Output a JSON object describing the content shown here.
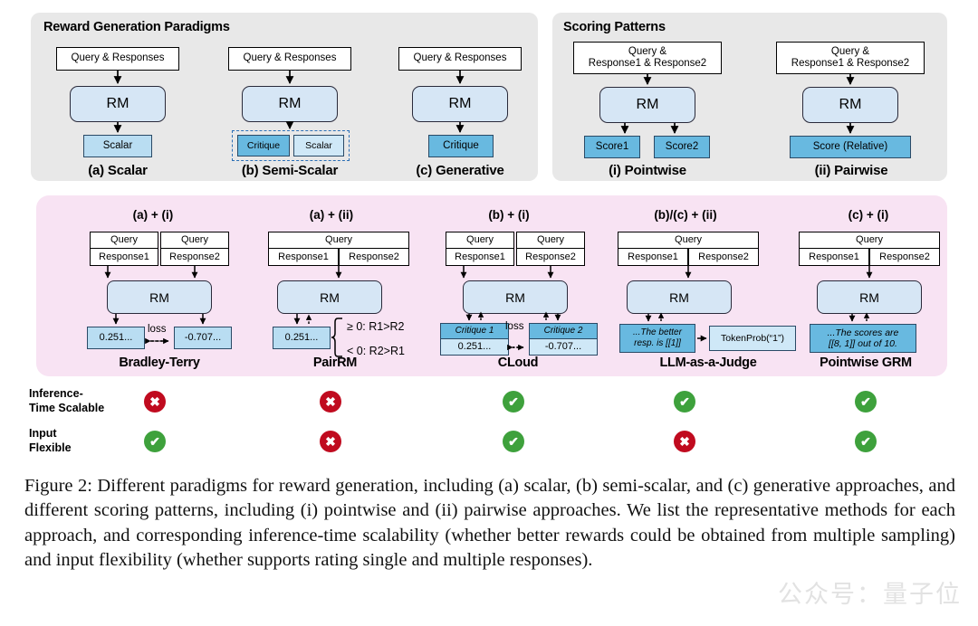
{
  "figure": {
    "caption": "Figure 2: Different paradigms for reward generation, including (a) scalar, (b) semi-scalar, and (c) generative approaches, and different scoring patterns, including (i) pointwise and (ii) pairwise approaches. We list the representative methods for each approach, and corresponding inference-time scalability (whether better rewards could be obtained from multiple sampling) and input flexibility (whether supports rating single and multiple responses).",
    "watermark": "公众号：量子位"
  },
  "colors": {
    "panel_gray": "#e8e8e8",
    "panel_pink": "#f8e3f3",
    "rm_fill": "#d6e6f5",
    "blue_light": "#b9ddf2",
    "blue_lighter": "#cfe8f7",
    "blue_mid": "#68b9e0",
    "blue_dark": "#36a1d8",
    "yes_green": "#3ea13c",
    "no_red": "#c00b1f",
    "dash_blue": "#2b6fb5"
  },
  "panel_reward": {
    "title": "Reward Generation Paradigms",
    "columns": [
      {
        "input": "Query & Responses",
        "model": "RM",
        "outputs": [
          {
            "label": "Scalar",
            "style": "light"
          }
        ],
        "caption": "(a) Scalar"
      },
      {
        "input": "Query & Responses",
        "model": "RM",
        "outputs": [
          {
            "label": "Critique",
            "style": "mid"
          },
          {
            "label": "Scalar",
            "style": "lighter"
          }
        ],
        "caption": "(b) Semi-Scalar"
      },
      {
        "input": "Query & Responses",
        "model": "RM",
        "outputs": [
          {
            "label": "Critique",
            "style": "mid"
          }
        ],
        "caption": "(c) Generative"
      }
    ]
  },
  "panel_scoring": {
    "title": "Scoring Patterns",
    "columns": [
      {
        "input_line1": "Query &",
        "input_line2": "Response1 & Response2",
        "model": "RM",
        "outputs": [
          {
            "label": "Score1",
            "style": "mid"
          },
          {
            "label": "Score2",
            "style": "mid"
          }
        ],
        "caption": "(i) Pointwise"
      },
      {
        "input_line1": "Query &",
        "input_line2": "Response1 & Response2",
        "model": "RM",
        "outputs": [
          {
            "label": "Score (Relative)",
            "style": "mid"
          }
        ],
        "caption": "(ii) Pairwise"
      }
    ]
  },
  "panel_methods": {
    "columns": [
      {
        "combo": "(a) + (i)",
        "name": "Bradley-Terry",
        "inputs": [
          {
            "query": "Query",
            "response": "Response1"
          },
          {
            "query": "Query",
            "response": "Response2"
          }
        ],
        "model": "RM",
        "outputs": [
          {
            "label": "0.251...",
            "style": "light"
          },
          {
            "label": "-0.707...",
            "style": "light"
          }
        ],
        "loss_label": "loss"
      },
      {
        "combo": "(a) + (ii)",
        "name": "PairRM",
        "inputs": [
          {
            "query": "Query",
            "response": "Response1"
          },
          {
            "query": "",
            "response": "Response2"
          }
        ],
        "model": "RM",
        "outputs": [
          {
            "label": "0.251...",
            "style": "light"
          }
        ],
        "rules": [
          "≥ 0: R1>R2",
          "< 0: R2>R1"
        ]
      },
      {
        "combo": "(b) + (i)",
        "name": "CLoud",
        "inputs": [
          {
            "query": "Query",
            "response": "Response1"
          },
          {
            "query": "Query",
            "response": "Response2"
          }
        ],
        "model": "RM",
        "outputs": [
          {
            "critique": "Critique 1",
            "score": "0.251...",
            "style": "light"
          },
          {
            "critique": "Critique 2",
            "score": "-0.707...",
            "style": "light"
          }
        ],
        "loss_label": "loss"
      },
      {
        "combo": "(b)/(c) + (ii)",
        "name": "LLM-as-a-Judge",
        "inputs": [
          {
            "query": "Query",
            "response": "Response1"
          },
          {
            "query": "",
            "response": "Response2"
          }
        ],
        "model": "RM",
        "outputs": [
          {
            "line1": "...The better",
            "line2": "resp. is [[1]]",
            "style": "mid"
          },
          {
            "label": "TokenProb(“1”)",
            "style": "lighter"
          }
        ]
      },
      {
        "combo": "(c) + (i)",
        "name": "Pointwise GRM",
        "inputs": [
          {
            "query": "Query",
            "response": "Response1"
          },
          {
            "query": "",
            "response": "Response2"
          }
        ],
        "model": "RM",
        "outputs": [
          {
            "line1": "...The scores are",
            "line2": "[[8, 1]] out of 10.",
            "style": "mid"
          }
        ]
      }
    ]
  },
  "comparison_rows": [
    {
      "label_line1": "Inference-",
      "label_line2": "Time Scalable",
      "values": [
        "no",
        "no",
        "yes",
        "yes",
        "yes"
      ]
    },
    {
      "label_line1": "Input",
      "label_line2": "Flexible",
      "values": [
        "yes",
        "no",
        "yes",
        "no",
        "yes"
      ]
    }
  ],
  "glyphs": {
    "yes": "✔",
    "no": "✖"
  }
}
